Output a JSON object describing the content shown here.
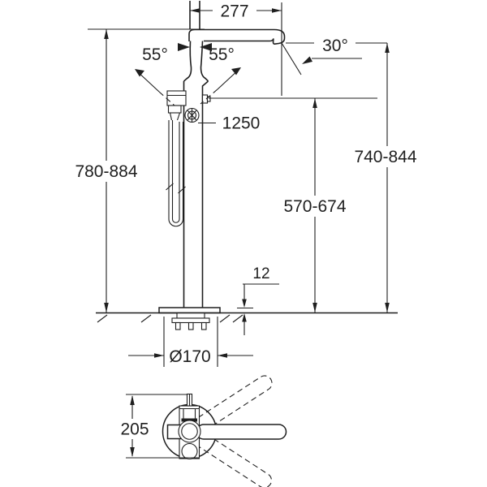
{
  "drawing": {
    "title": "freestanding-bath-mixer-dimensional-drawing",
    "line_color": "#1f1f1f",
    "background_color": "#ffffff",
    "dims": {
      "spout_width": "277",
      "lever_angle_left": "55°",
      "lever_angle_right": "55°",
      "spout_outlet_angle": "30°",
      "hose_length": "1250",
      "overall_height_range": "780-884",
      "spout_height_range": "740-844",
      "knob_height_range": "570-674",
      "base_plate_thickness": "12",
      "base_plate_diameter": "Ø170",
      "handle_depth": "205"
    }
  }
}
